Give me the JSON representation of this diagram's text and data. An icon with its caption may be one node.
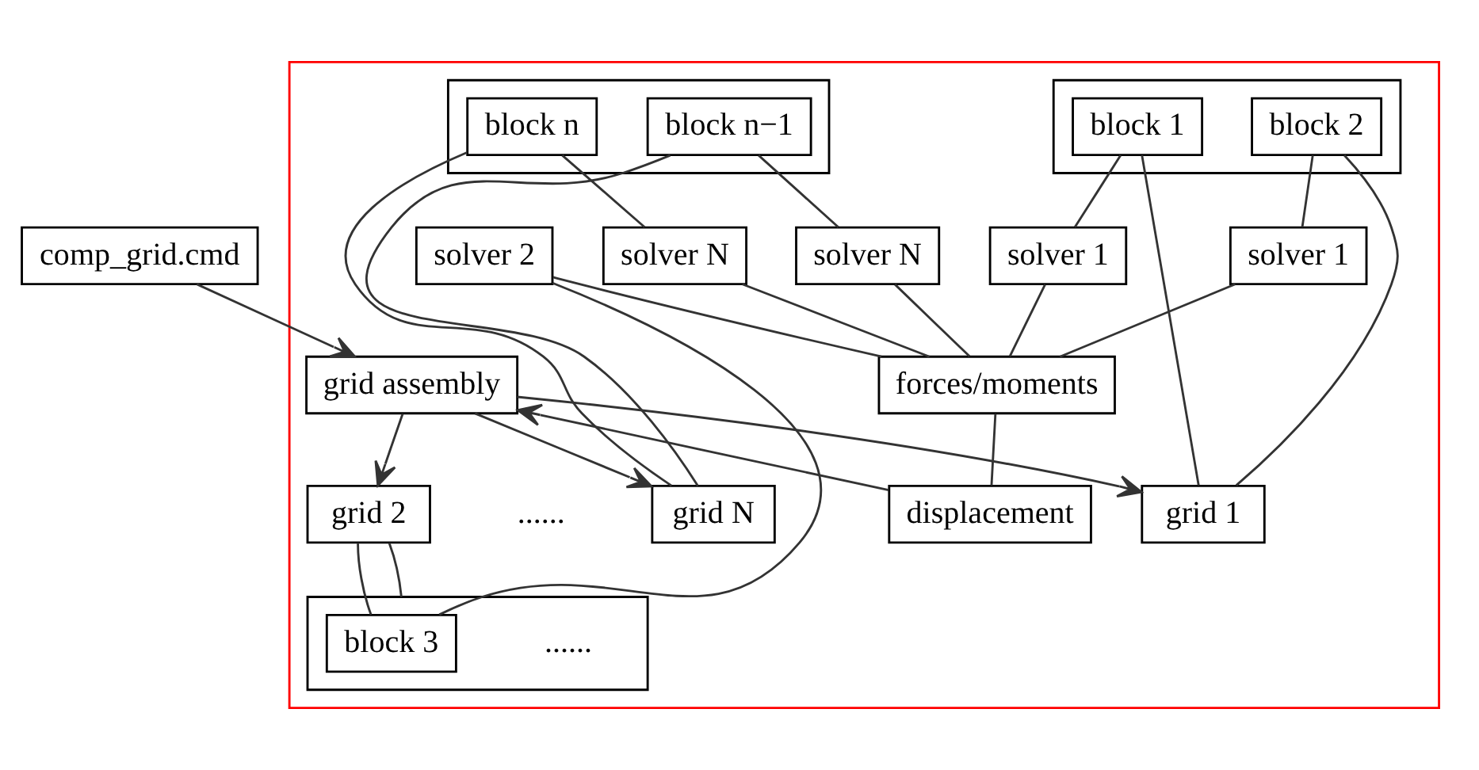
{
  "diagram": {
    "nodes": [
      {
        "text": [
          "comp_grid.cmd"
        ]
      },
      {
        "text": [],
        "shape": "box"
      },
      {
        "text": [
          "grid assembly"
        ],
        "in": 1
      },
      {
        "text": [
          "grid 1"
        ],
        "in": 1
      },
      {
        "text": [
          "grid 2"
        ],
        "in": 1
      },
      {
        "text": [
          "grid N"
        ],
        "in": 1
      },
      {
        "text": [
          "displacement"
        ],
        "in": 1
      },
      {
        "text": [],
        "shape": "box",
        "in": 1
      },
      {
        "text": [
          "block 1"
        ],
        "in": 7
      },
      {
        "text": [
          "block 2"
        ],
        "in": 7
      },
      {
        "text": [],
        "shape": "box",
        "in": 1
      },
      {
        "text": [
          "block 3"
        ],
        "in": 10
      },
      {
        "text": [],
        "shape": "box",
        "in": 1
      },
      {
        "text": [
          "block n−1"
        ],
        "in": 12
      },
      {
        "text": [
          "block n"
        ],
        "in": 12
      },
      {
        "text": [
          "forces/moments"
        ],
        "in": 1
      },
      {
        "text": [
          "solver 1"
        ],
        "in": 1
      },
      {
        "text": [
          "solver 1"
        ],
        "in": 1
      },
      {
        "text": [
          "solver 2"
        ],
        "in": 1
      },
      {
        "text": [
          "solver N"
        ],
        "in": 1
      },
      {
        "text": [
          "solver N"
        ],
        "in": 1
      }
    ],
    "edges": [
      {
        "from": 0,
        "to": 2,
        "arrow": "to"
      },
      {
        "from": 2,
        "to": 3,
        "arrow": "to"
      },
      {
        "from": 2,
        "to": 4,
        "arrow": "to"
      },
      {
        "from": 2,
        "to": 5,
        "arrow": "to"
      },
      {
        "from": 3,
        "to": 8,
        "arrow": "none"
      },
      {
        "from": 3,
        "to": 9,
        "arrow": "none"
      },
      {
        "from": 4,
        "to": 11,
        "arrow": "none"
      },
      {
        "from": 4,
        "to": 10,
        "arrow": "none"
      },
      {
        "from": 5,
        "to": 13,
        "arrow": "none"
      },
      {
        "from": 5,
        "to": 14,
        "arrow": "none"
      },
      {
        "from": 8,
        "to": 16,
        "arrow": "none"
      },
      {
        "from": 9,
        "to": 17,
        "arrow": "none"
      },
      {
        "from": 11,
        "to": 18,
        "arrow": "none"
      },
      {
        "from": 13,
        "to": 19,
        "arrow": "none"
      },
      {
        "from": 14,
        "to": 20,
        "arrow": "none"
      },
      {
        "from": 16,
        "to": 15,
        "arrow": "none"
      },
      {
        "from": 17,
        "to": 15,
        "arrow": "none"
      },
      {
        "from": 18,
        "to": 15,
        "arrow": "none"
      },
      {
        "from": 19,
        "to": 15,
        "arrow": "none"
      },
      {
        "from": 20,
        "to": 15,
        "arrow": "none"
      },
      {
        "from": 15,
        "to": 6,
        "arrow": "none"
      },
      {
        "from": 6,
        "to": 2,
        "arrow": "to"
      }
    ],
    "labels": [
      "......",
      "......"
    ]
  }
}
